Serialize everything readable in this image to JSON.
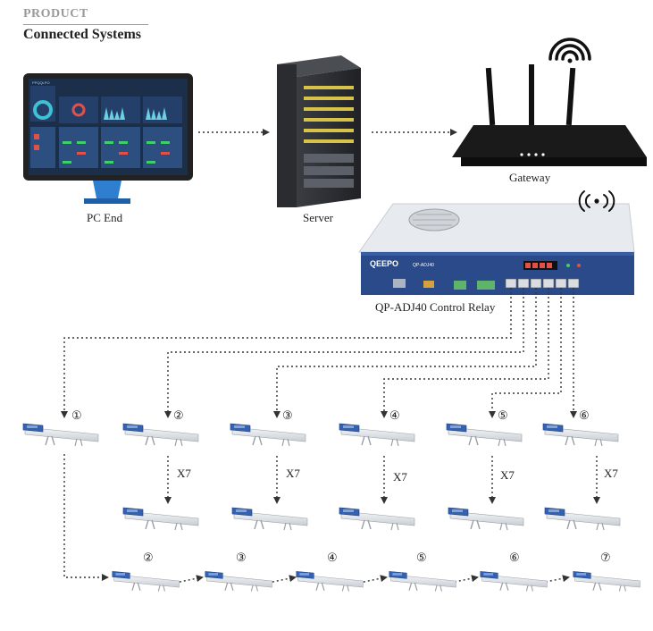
{
  "header": {
    "kicker": "PRODUCT",
    "title": "Connected Systems"
  },
  "nodes": {
    "pc": {
      "label": "PC End",
      "dashboard_title": "PPQQLPO"
    },
    "server": {
      "label": "Server"
    },
    "gateway": {
      "label": "Gateway"
    },
    "relay": {
      "label": "QP-ADJ40 Control Relay",
      "brand": "QEEPO",
      "model": "QP-ADJ40"
    }
  },
  "branches": [
    {
      "number": "①",
      "multiplier": ""
    },
    {
      "number": "②",
      "multiplier": "X7"
    },
    {
      "number": "③",
      "multiplier": "X7"
    },
    {
      "number": "④",
      "multiplier": "X7"
    },
    {
      "number": "⑤",
      "multiplier": "X7"
    },
    {
      "number": "⑥",
      "multiplier": "X7"
    }
  ],
  "chain": {
    "numbers": [
      "②",
      "③",
      "④",
      "⑤",
      "⑥",
      "⑦"
    ]
  },
  "colors": {
    "arrow": "#333333",
    "screen": "#1b2e4a",
    "relay_front": "#2a4a8a",
    "bar_blue": "#3461b0"
  }
}
